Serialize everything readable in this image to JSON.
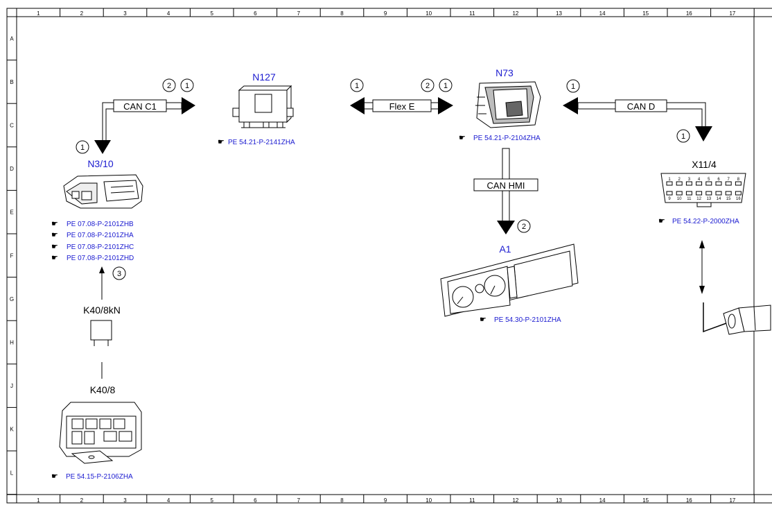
{
  "frame": {
    "columns": [
      "1",
      "2",
      "3",
      "4",
      "5",
      "6",
      "7",
      "8",
      "9",
      "10",
      "11",
      "12",
      "13",
      "14",
      "15",
      "16",
      "17"
    ],
    "rows": [
      "A",
      "B",
      "C",
      "D",
      "E",
      "F",
      "G",
      "H",
      "J",
      "K",
      "L"
    ]
  },
  "components": {
    "n127": {
      "label": "N127",
      "refs": [
        "PE 54.21-P-2141ZHA"
      ]
    },
    "n73": {
      "label": "N73",
      "refs": [
        "PE 54.21-P-2104ZHA"
      ]
    },
    "n3_10": {
      "label": "N3/10",
      "refs": [
        "PE 07.08-P-2101ZHB",
        "PE 07.08-P-2101ZHA",
        "PE 07.08-P-2101ZHC",
        "PE 07.08-P-2101ZHD"
      ]
    },
    "x11_4": {
      "label": "X11/4",
      "refs": [
        "PE 54.22-P-2000ZHA"
      ],
      "pins_top": [
        "1",
        "2",
        "3",
        "4",
        "5",
        "6",
        "7",
        "8"
      ],
      "pins_bottom": [
        "9",
        "10",
        "11",
        "12",
        "13",
        "14",
        "15",
        "16"
      ]
    },
    "a1": {
      "label": "A1",
      "refs": [
        "PE 54.30-P-2101ZHA"
      ]
    },
    "k40_8kn": {
      "label": "K40/8kN"
    },
    "k40_8": {
      "label": "K40/8",
      "refs": [
        "PE 54.15-P-2106ZHA"
      ]
    }
  },
  "buses": {
    "can_c1": "CAN C1",
    "flex_e": "Flex E",
    "can_d": "CAN D",
    "can_hmi": "CAN HMI"
  },
  "markers": [
    "1",
    "2",
    "3"
  ]
}
